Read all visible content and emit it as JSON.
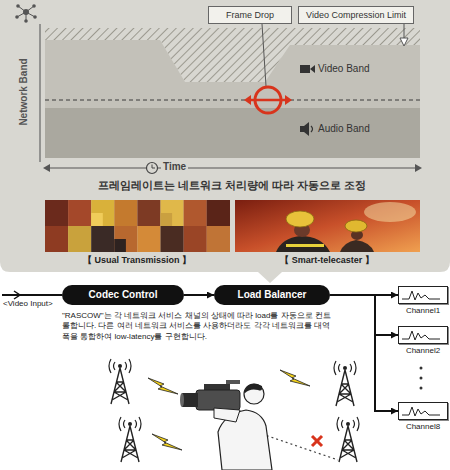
{
  "diagram": {
    "nodes": [
      {
        "text": [
          "Frame Drop"
        ]
      },
      {
        "text": [
          "Video Compression Limit"
        ]
      },
      {
        "text": [
          "Codec Control"
        ]
      },
      {
        "text": [
          "Load Balancer"
        ]
      },
      {
        "text": [
          "Channel1"
        ]
      },
      {
        "text": [
          "Channel2"
        ]
      },
      {
        "text": [
          "Channel8"
        ]
      }
    ],
    "edges": [
      {
        "from": 2,
        "to": 3,
        "arrow": "to"
      },
      {
        "from": 3,
        "to": 4,
        "arrow": "to"
      },
      {
        "from": 3,
        "to": 5,
        "arrow": "to"
      },
      {
        "from": 3,
        "to": 6,
        "arrow": "to"
      }
    ],
    "labels": [
      "Network Band",
      "Video Band",
      "Audio Band",
      "Time",
      "프레임레이트는 네트워크 처리량에 따라 자동으로 조정",
      "【 Usual Transmission 】",
      "【 Smart-telecaster 】",
      "<Video Input>",
      "\"RASCOW\"는 각 네트워크 서비스 채널의 상태에 따라 load를 자동으로 컨트롤합니다. 다른 여러 네트워크 서비스를 사용하더라도 각각 네트워크를 대역폭을 통합하여 low-latency를 구현합니다."
    ]
  }
}
